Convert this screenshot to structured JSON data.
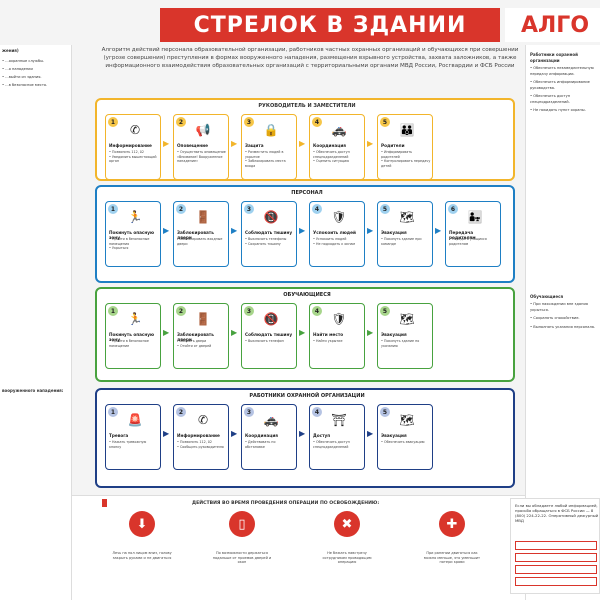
{
  "title": "СТРЕЛОК В ЗДАНИИ",
  "title_side": "АЛГО",
  "intro": "Алгоритм действий персонала образовательной организации, работников частных охранных организаций и обучающихся при совершении (угрозе совершения) преступления в формах вооруженного нападения, размещения взрывного устройства, захвата заложников, а также информационного взаимодействия образовательных организаций с территориальными органами МВД России, Росгвардии и ФСБ России",
  "sections": {
    "leaders": {
      "header": "РУКОВОДИТЕЛЬ И ЗАМЕСТИТЕЛИ",
      "steps": [
        {
          "n": "1",
          "label": "Информирование",
          "desc": "• Позвонить 112, 02\n• Уведомить вышестоящий орган",
          "icon": "phone-icon",
          "glyph": "✆"
        },
        {
          "n": "2",
          "label": "Оповещение",
          "desc": "• Осуществить оповещение «Внимание! Вооруженное нападение»",
          "icon": "megaphone-icon",
          "glyph": "📢"
        },
        {
          "n": "3",
          "label": "Защита",
          "desc": "• Разместить людей в укрытие\n• Заблокировать места входа",
          "icon": "lock-icon",
          "glyph": "🔒"
        },
        {
          "n": "4",
          "label": "Координация",
          "desc": "• Обеспечить доступ спецподразделений\n• Оценить ситуацию",
          "icon": "police-car-icon",
          "glyph": "🚓"
        },
        {
          "n": "5",
          "label": "Родители",
          "desc": "• Информировать родителей\n• Контролировать передачу детей",
          "icon": "parents-icon",
          "glyph": "👪"
        }
      ]
    },
    "staff": {
      "header": "ПЕРСОНАЛ",
      "steps": [
        {
          "n": "1",
          "label": "Покинуть опасную зону",
          "desc": "• Пройти в безопасные помещения\n• Укрыться",
          "icon": "running-person-icon",
          "glyph": "🏃"
        },
        {
          "n": "2",
          "label": "Заблокировать двери",
          "desc": "• Заблокировать входные двери",
          "icon": "door-icon",
          "glyph": "🚪"
        },
        {
          "n": "3",
          "label": "Соблюдать тишину",
          "desc": "• Выключить телефоны\n• Сохранять тишину",
          "icon": "silent-phone-icon",
          "glyph": "📵"
        },
        {
          "n": "4",
          "label": "Успокоить людей",
          "desc": "• Успокоить людей\n• Не подходить к окнам",
          "icon": "shield-icon",
          "glyph": "🛡"
        },
        {
          "n": "5",
          "label": "Эвакуация",
          "desc": "• Покинуть здание при команде",
          "icon": "evacuation-icon",
          "glyph": "🗺"
        },
        {
          "n": "6",
          "label": "Передача родителям",
          "desc": "• Передать учащихся родителям",
          "icon": "family-icon",
          "glyph": "👨‍👧"
        }
      ]
    },
    "students": {
      "header": "ОБУЧАЮЩИЕСЯ",
      "steps": [
        {
          "n": "1",
          "label": "Покинуть опасную зону",
          "desc": "• Пройти в безопасное помещение",
          "icon": "running-person-icon",
          "glyph": "🏃"
        },
        {
          "n": "2",
          "label": "Заблокировать двери",
          "desc": "• Закрыть двери\n• Отойти от дверей",
          "icon": "door-icon",
          "glyph": "🚪"
        },
        {
          "n": "3",
          "label": "Соблюдать тишину",
          "desc": "• Выключить телефон",
          "icon": "silent-phone-icon",
          "glyph": "📵"
        },
        {
          "n": "4",
          "label": "Найти место",
          "desc": "• Найти укрытие",
          "icon": "shield-icon",
          "glyph": "🛡"
        },
        {
          "n": "5",
          "label": "Эвакуация",
          "desc": "• Покинуть здание по указанию",
          "icon": "evacuation-icon",
          "glyph": "🗺"
        }
      ]
    },
    "guards": {
      "header": "РАБОТНИКИ ОХРАННОЙ ОРГАНИЗАЦИИ",
      "steps": [
        {
          "n": "1",
          "label": "Тревога",
          "desc": "• Нажать тревожную кнопку",
          "icon": "alarm-light-icon",
          "glyph": "🚨"
        },
        {
          "n": "2",
          "label": "Информирование",
          "desc": "• Позвонить 112, 02\n• Сообщить руководителю",
          "icon": "phone-icon",
          "glyph": "✆"
        },
        {
          "n": "3",
          "label": "Координация",
          "desc": "• Действовать по обстановке",
          "icon": "police-car-icon",
          "glyph": "🚓"
        },
        {
          "n": "4",
          "label": "Доступ",
          "desc": "• Обеспечить доступ спецподразделений",
          "icon": "turnstile-icon",
          "glyph": "⛩"
        },
        {
          "n": "5",
          "label": "Эвакуация",
          "desc": "• Обеспечить эвакуацию",
          "icon": "evacuation-icon",
          "glyph": "🗺"
        }
      ]
    }
  },
  "left_col": {
    "heading": "жения)",
    "items": [
      "• ...охранные службы.",
      "• ...о нападении",
      "• ...выйти из здания.",
      "• ...в безопасное место."
    ],
    "bottom_heading": "вооруженного нападения:"
  },
  "right_col": {
    "heading": "Работники охранной организации",
    "items": [
      "• Обеспечить незамедлительную передачу информации.",
      "• Обеспечить информирование руководства.",
      "• Обеспечить доступ спецподразделений.",
      "• Не покидать пункт охраны."
    ],
    "heading2": "Обучающиеся",
    "items2": [
      "• При нахождении вне здания укрыться.",
      "• Сохранять спокойствие.",
      "• Выполнять указания персонала."
    ]
  },
  "bottom": {
    "header": "ДЕЙСТВИЯ ВО ВРЕМЯ ПРОВЕДЕНИЯ ОПЕРАЦИИ ПО ОСВОБОЖДЕНИЮ:",
    "items": [
      {
        "text": "Лечь на пол лицом вниз, голову закрыть руками и не двигаться",
        "icon": "lie-down-icon",
        "glyph": "🙇"
      },
      {
        "text": "По возможности держаться подальше от проемов дверей и окон",
        "icon": "away-from-windows-icon",
        "glyph": "🚷"
      },
      {
        "text": "Не бежать навстречу сотрудникам проводящим операцию",
        "icon": "no-running-icon",
        "glyph": "✖"
      },
      {
        "text": "При ранении двигаться как можно меньше, это уменьшит потери крови",
        "icon": "injury-icon",
        "glyph": "🩹"
      }
    ]
  },
  "note": {
    "text": "Если вы обладаете любой информацией, просьба обращаться в ФСБ России — 8 (800) 224-22-22. Оперативный дежурный МВД"
  }
}
